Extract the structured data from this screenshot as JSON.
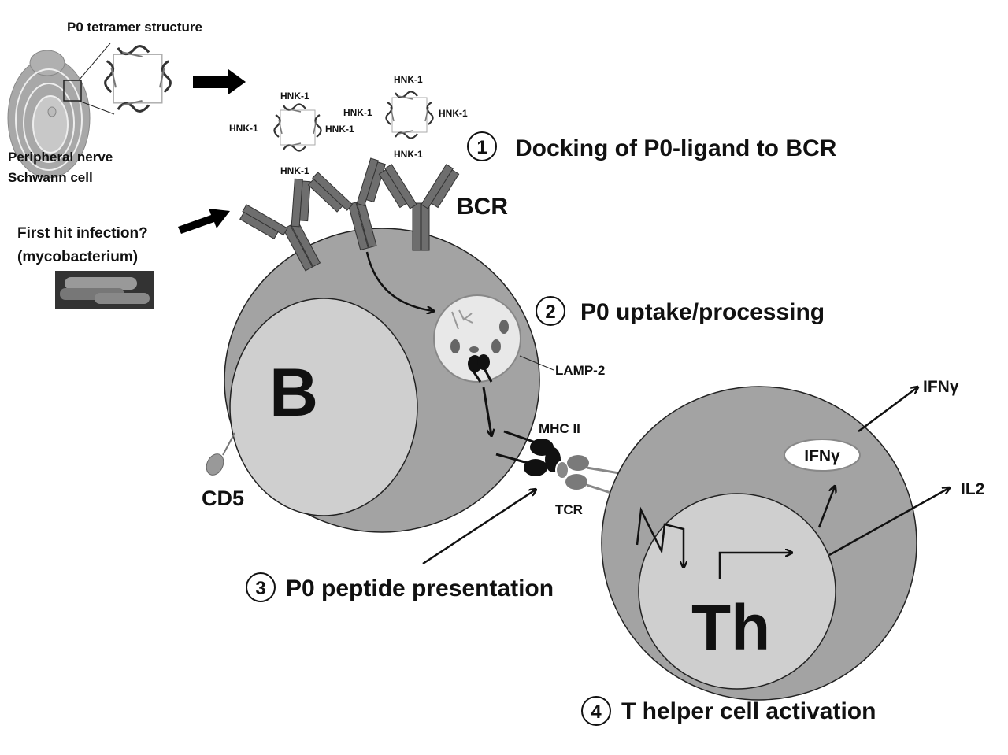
{
  "colors": {
    "cell": "#a3a3a3",
    "nucleus": "#cfcfcf",
    "vesicle": "#e8e8e8",
    "dark": "#111111",
    "tcr": "#7a7a7a"
  },
  "source": {
    "tetramer_title": "P0 tetramer structure",
    "nerve_line1": "Peripheral nerve",
    "nerve_line2": "Schwann cell"
  },
  "hnk_labels": [
    "HNK-1",
    "HNK-1",
    "HNK-1",
    "HNK-1",
    "HNK-1",
    "HNK-1",
    "HNK-1",
    "HNK-1"
  ],
  "infection": {
    "line1": "First hit infection?",
    "line2": "(mycobacterium)"
  },
  "labels": {
    "bcr": "BCR",
    "b_cell": "B",
    "cd5": "CD5",
    "lamp2": "LAMP-2",
    "mhc2": "MHC II",
    "tcr": "TCR",
    "th_cell": "Th",
    "ifng_inner": "IFNγ",
    "ifng_out": "IFNγ",
    "il2": "IL2"
  },
  "steps": [
    {
      "number": "1",
      "text": "Docking of P0-ligand to BCR"
    },
    {
      "number": "2",
      "text": "P0 uptake/processing"
    },
    {
      "number": "3",
      "text": "P0 peptide presentation"
    },
    {
      "number": "4",
      "text": "T helper cell activation"
    }
  ]
}
